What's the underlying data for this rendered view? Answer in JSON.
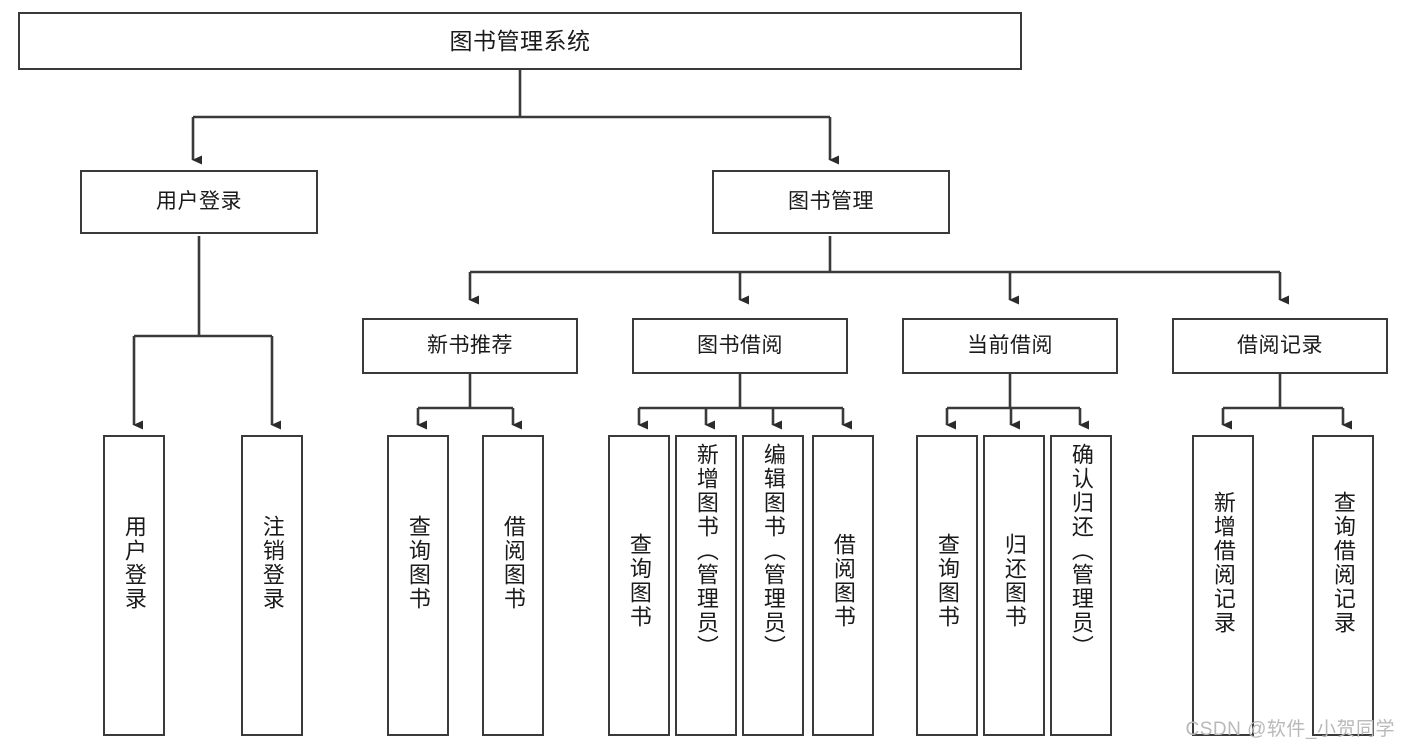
{
  "diagram": {
    "title": "图书管理系统",
    "type": "hierarchy-tree",
    "watermark": "CSDN @软件_小贺同学",
    "colors": {
      "stroke": "#3a3a3a",
      "fill": "#ffffff",
      "text": "#1a1a1a",
      "watermark": "#b9b9b9"
    },
    "root": {
      "label": "图书管理系统"
    },
    "level2": [
      {
        "label": "用户登录"
      },
      {
        "label": "图书管理"
      }
    ],
    "level3": [
      {
        "label": "新书推荐"
      },
      {
        "label": "图书借阅"
      },
      {
        "label": "当前借阅"
      },
      {
        "label": "借阅记录"
      }
    ],
    "leaves": {
      "user_login": [
        {
          "label": "用户登录"
        },
        {
          "label": "注销登录"
        }
      ],
      "new_book_recommend": [
        {
          "label": "查询图书"
        },
        {
          "label": "借阅图书"
        }
      ],
      "book_borrow": [
        {
          "label": "查询图书"
        },
        {
          "label": "新增图书（管理员）"
        },
        {
          "label": "编辑图书（管理员）"
        },
        {
          "label": "借阅图书"
        }
      ],
      "current_borrow": [
        {
          "label": "查询图书"
        },
        {
          "label": "归还图书"
        },
        {
          "label": "确认归还（管理员）"
        }
      ],
      "borrow_records": [
        {
          "label": "新增借阅记录"
        },
        {
          "label": "查询借阅记录"
        }
      ]
    }
  }
}
